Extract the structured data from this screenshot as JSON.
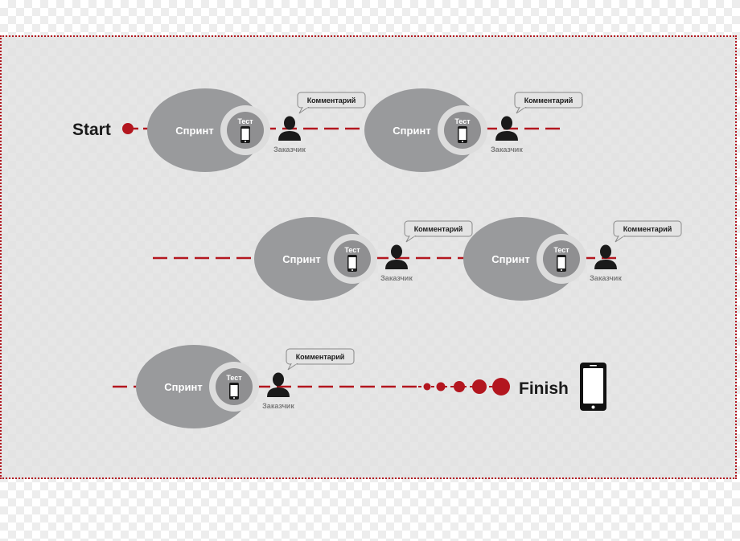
{
  "start_label": "Start",
  "finish_label": "Finish",
  "sprint_label": "Спринт",
  "test_label": "Тест",
  "customer_label": "Заказчик",
  "comment_label": "Комментарий",
  "colors": {
    "accent": "#b3161f",
    "ellipse": "#999a9c",
    "inner_ring": "#dcdcdc",
    "inner_disc": "#8f8f91",
    "text_dark": "#1a1a1a",
    "text_light": "#ffffff",
    "bubble_bg": "#e3e3e3"
  },
  "icons": [
    "phone-icon",
    "person-icon",
    "speech-bubble-icon",
    "smartphone-icon"
  ]
}
